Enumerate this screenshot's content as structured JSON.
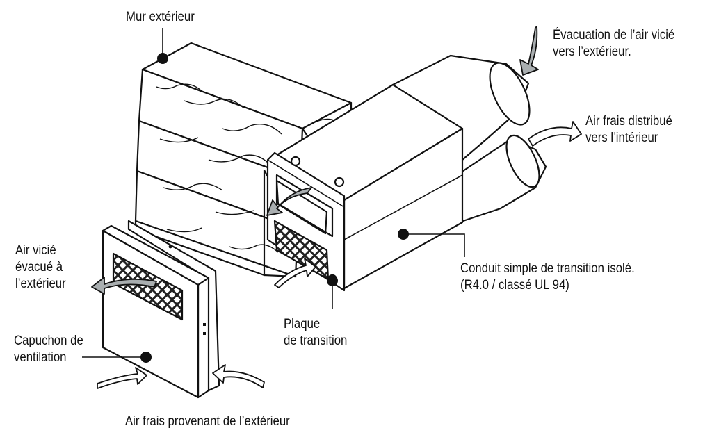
{
  "labels": {
    "exterior_wall": "Mur extérieur",
    "exhaust_out": [
      "Évacuation de l’air vicié",
      "vers l’extérieur."
    ],
    "fresh_in": [
      "Air frais distribué",
      "vers l’intérieur"
    ],
    "duct": [
      "Conduit simple de transition isolé.",
      "(R4.0 / classé UL 94)"
    ],
    "plate": [
      "Plaque",
      "de transition"
    ],
    "stale_out": [
      "Air vicié",
      "évacué à",
      "l’extérieur"
    ],
    "hood": [
      "Capuchon de",
      "ventilation"
    ],
    "fresh_from_outside": "Air frais provenant de l’extérieur"
  },
  "colors": {
    "line": "#111111",
    "arrow_fill": "#a9aeb0",
    "background": "#ffffff"
  }
}
